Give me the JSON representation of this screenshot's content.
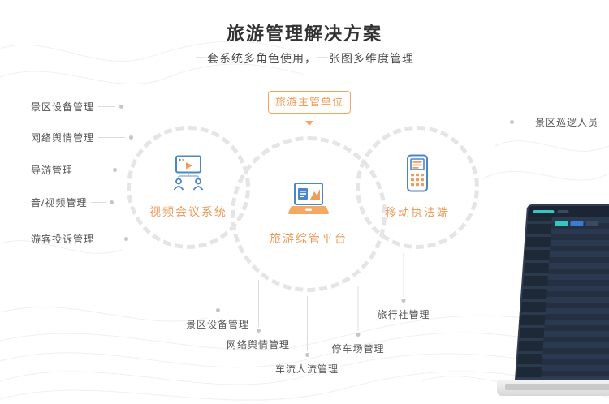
{
  "page": {
    "title": "旅游管理解决方案",
    "subtitle": "一套系统多角色使用，一张图多维度管理"
  },
  "top_badge": {
    "label": "旅游主管单位"
  },
  "circles": [
    {
      "label": "视频会议系统",
      "icon": "video-conference-icon"
    },
    {
      "label": "旅游综管平台",
      "icon": "laptop-chart-icon"
    },
    {
      "label": "移动执法端",
      "icon": "mobile-enforcement-icon"
    }
  ],
  "left_labels": [
    "景区设备管理",
    "网络舆情管理",
    "导游管理",
    "音/视频管理",
    "游客投诉管理"
  ],
  "right_labels": [
    "景区巡逻人员"
  ],
  "bottom_labels": [
    "景区设备管理",
    "网络舆情管理",
    "车流人流管理",
    "停车场管理",
    "旅行社管理"
  ],
  "colors": {
    "accent_orange": "#EF9D5C",
    "icon_blue": "#4A86C8",
    "connector_gray": "#DCDCDC",
    "text_dark": "#333333",
    "label_gray": "#555555",
    "screen_navy": "#243041",
    "screen_teal": "#35C7BF"
  }
}
